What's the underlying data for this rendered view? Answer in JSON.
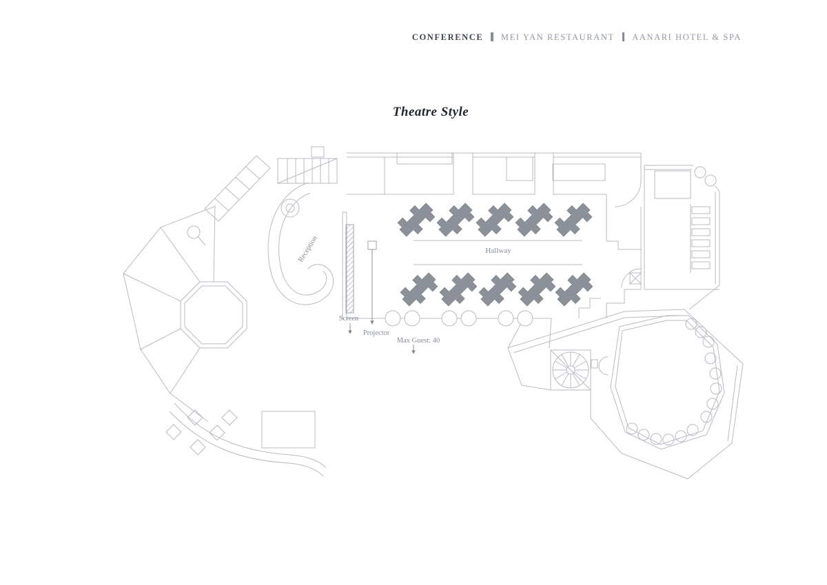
{
  "header": {
    "items": [
      {
        "label": "CONFERENCE"
      },
      {
        "label": "MEI YAN RESTAURANT"
      },
      {
        "label": "AANARI HOTEL & SPA"
      }
    ]
  },
  "title": "Theatre Style",
  "plan": {
    "labels": {
      "reception": "Reception",
      "hallway": "Hallway",
      "screen": "Screen",
      "projector": "Projector",
      "max_guest": "Max Guest: 40"
    },
    "seating": {
      "style": "Theatre Style",
      "table_rows": 2,
      "tables_per_row": 5,
      "total_tables": 10,
      "max_guests": 40
    },
    "colors": {
      "line": "#b6bac2",
      "line_dark": "#9aa0a8",
      "table_fill": "#8b9099",
      "label_text": "#868c96",
      "title_text": "#22272f",
      "header_primary": "#3e434d",
      "header_muted": "#9298a2"
    }
  }
}
